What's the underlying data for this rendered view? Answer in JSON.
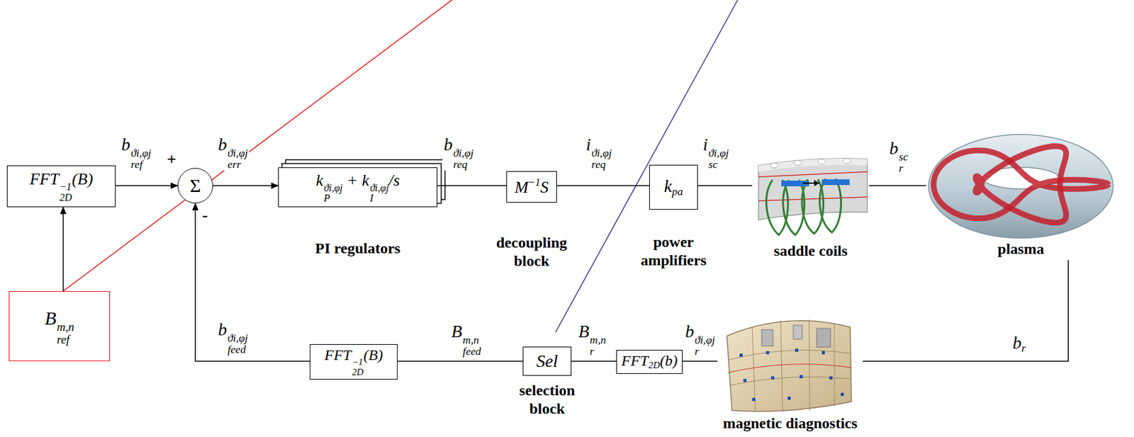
{
  "diagram": {
    "nodes": [
      {
        "text": [
          "FFT2D−1(B)"
        ]
      },
      {
        "text": [
          "Σ"
        ]
      },
      {
        "text": [
          "kPϑi,φj + kIϑi,φj/s",
          "PI regulators"
        ]
      },
      {
        "text": [
          "M−1S",
          "decoupling block"
        ]
      },
      {
        "text": [
          "kpa",
          "power amplifiers"
        ]
      },
      {
        "text": [
          "saddle coils"
        ]
      },
      {
        "text": [
          "plasma"
        ]
      },
      {
        "text": [
          "Brefm,n"
        ]
      },
      {
        "text": [
          "FFT2D−1(B)"
        ]
      },
      {
        "text": [
          "Sel",
          "selection block"
        ]
      },
      {
        "text": [
          "FFT2D(b)"
        ]
      },
      {
        "text": [
          "magnetic diagnostics"
        ]
      }
    ],
    "edges": [
      {
        "from": 0,
        "to": 1,
        "label": "brefϑi,φj",
        "arrow": "to"
      },
      {
        "from": 1,
        "to": 2,
        "label": "berrϑi,φj",
        "arrow": "to"
      },
      {
        "from": 2,
        "to": 3,
        "label": "breqϑi,φj",
        "arrow": "none"
      },
      {
        "from": 3,
        "to": 4,
        "label": "ireqϑi,φj",
        "arrow": "none"
      },
      {
        "from": 4,
        "to": 5,
        "label": "iscϑi,φj",
        "arrow": "none"
      },
      {
        "from": 5,
        "to": 6,
        "label": "brsc",
        "arrow": "none"
      },
      {
        "from": 6,
        "to": 11,
        "label": "br",
        "arrow": "none"
      },
      {
        "from": 11,
        "to": 10,
        "label": "brϑi,φj",
        "arrow": "none"
      },
      {
        "from": 10,
        "to": 9,
        "label": "Brm,n",
        "arrow": "none"
      },
      {
        "from": 9,
        "to": 8,
        "label": "Bfeedm,n",
        "arrow": "none"
      },
      {
        "from": 8,
        "to": 1,
        "label": "bfeedϑi,φj",
        "arrow": "to"
      },
      {
        "from": 7,
        "to": 0,
        "arrow": "to"
      }
    ],
    "labels": [
      "+",
      "-"
    ]
  }
}
